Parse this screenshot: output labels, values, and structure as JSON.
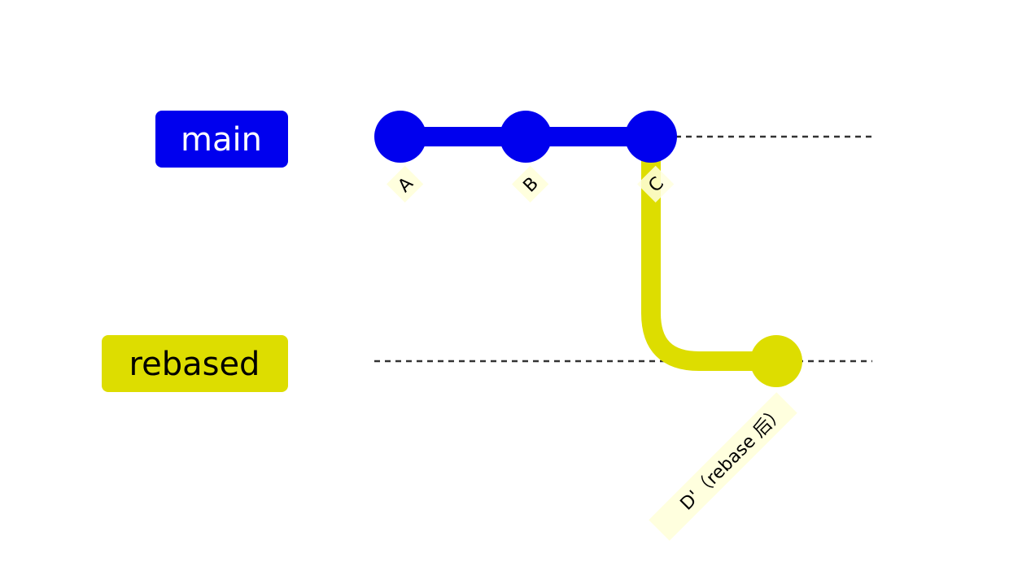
{
  "diagram": {
    "type": "git-graph",
    "branches": [
      {
        "name": "main",
        "color": "#0000ee",
        "label_text_color": "#ffffff"
      },
      {
        "name": "rebased",
        "color": "#dddd00",
        "label_text_color": "#000000"
      }
    ],
    "commits": [
      {
        "id": "A",
        "branch": "main"
      },
      {
        "id": "B",
        "branch": "main"
      },
      {
        "id": "C",
        "branch": "main"
      },
      {
        "id": "D'（rebase 后）",
        "branch": "rebased",
        "parent": "C"
      }
    ],
    "commit_label_background": "#ffffde"
  }
}
